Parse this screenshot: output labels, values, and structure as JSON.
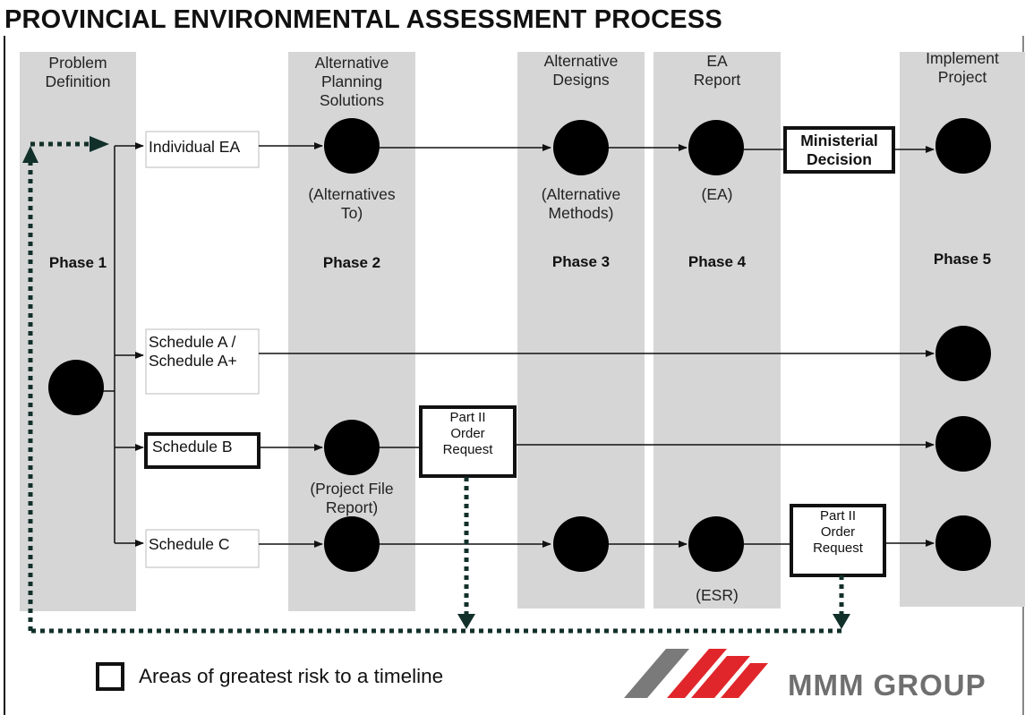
{
  "title": "PROVINCIAL ENVIRONMENTAL ASSESSMENT PROCESS",
  "columns": {
    "problem_definition": "Problem\nDefinition",
    "alternative_planning": "Alternative\nPlanning\nSolutions",
    "alternative_designs": "Alternative\nDesigns",
    "ea_report": "EA\nReport",
    "implement_project": "Implement\nProject"
  },
  "phases": {
    "p1": "Phase 1",
    "p2": "Phase 2",
    "p3": "Phase 3",
    "p4": "Phase 4",
    "p5": "Phase 5"
  },
  "streams": {
    "individual_ea": "Individual EA",
    "schedule_a": "Schedule A /\nSchedule A+",
    "schedule_b": "Schedule B",
    "schedule_c": "Schedule C"
  },
  "annotations": {
    "alternatives_to": "(Alternatives\nTo)",
    "alternative_methods": "(Alternative\nMethods)",
    "ea": "(EA)",
    "project_file_report": "(Project File\nReport)",
    "esr": "(ESR)"
  },
  "risk_boxes": {
    "ministerial_decision": "Ministerial\nDecision",
    "part2_order_b": "Part II\nOrder\nRequest",
    "part2_order_c": "Part II\nOrder\nRequest"
  },
  "legend": {
    "text": "Areas of greatest risk to a timeline"
  },
  "logo": {
    "text": "MMM GROUP",
    "colors": {
      "red": "#e0262a",
      "gray": "#7a7a7a"
    }
  },
  "colors": {
    "column_fill": "#d6d6d6",
    "dotted_arrow": "#12302a",
    "node": "#000000"
  }
}
